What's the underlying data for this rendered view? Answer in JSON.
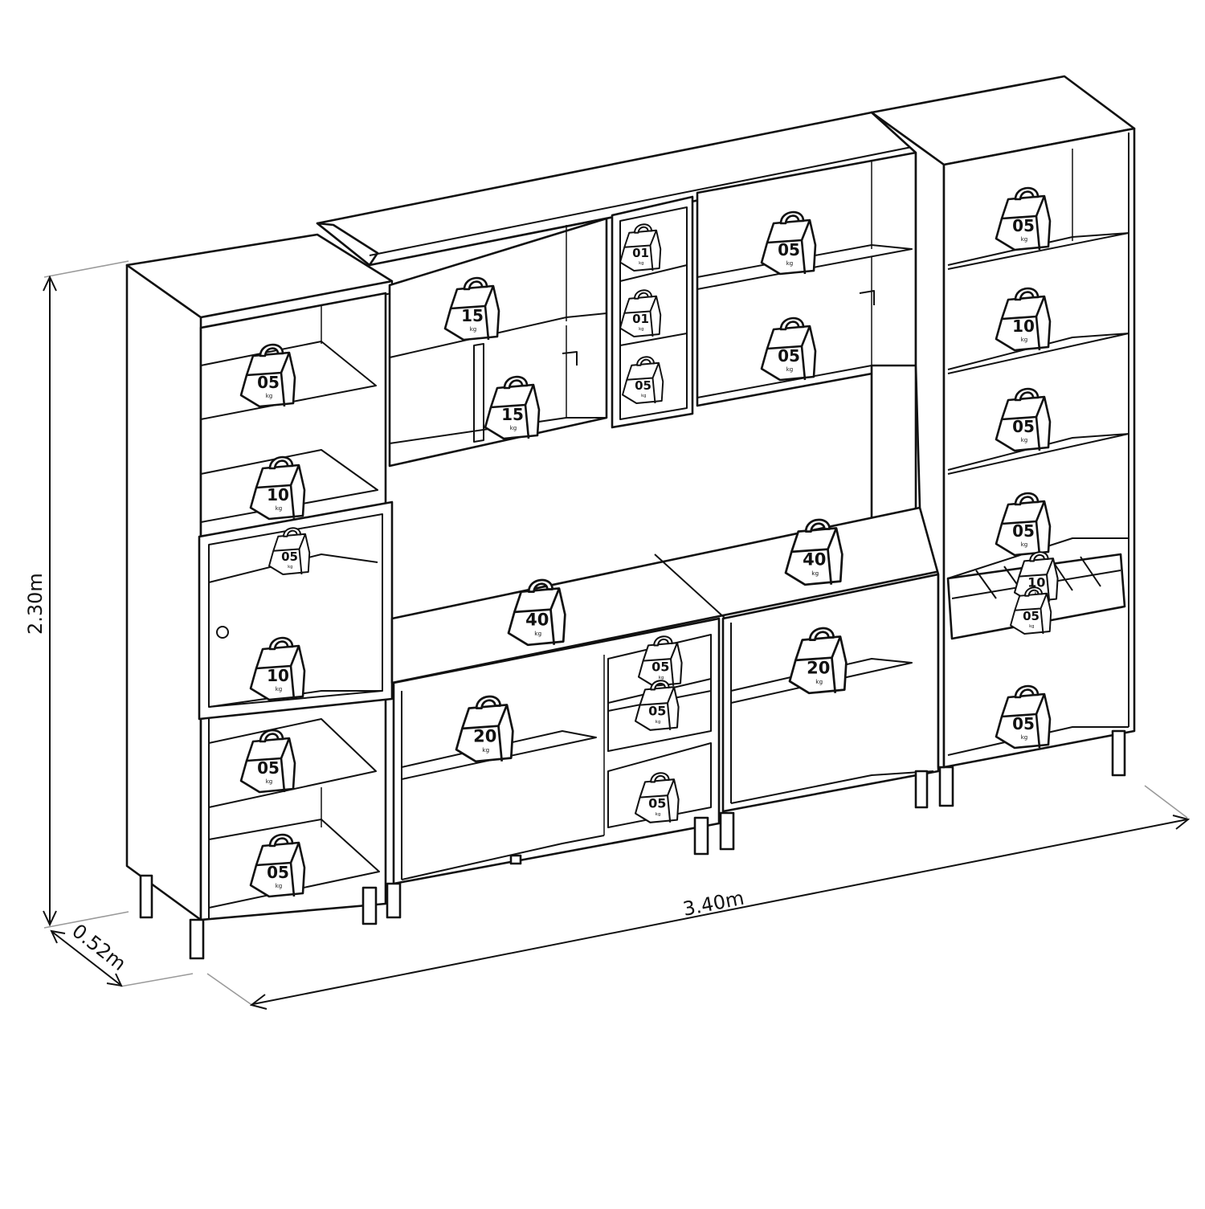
{
  "dimensions": {
    "height": "2.30m",
    "width": "3.40m",
    "depth": "0.52m"
  },
  "unit": "kg",
  "weights": [
    {
      "id": "left-top-shelf",
      "label": "05"
    },
    {
      "id": "left-shelf-2",
      "label": "10"
    },
    {
      "id": "left-door-top",
      "label": "05"
    },
    {
      "id": "left-door-shelf",
      "label": "10"
    },
    {
      "id": "left-lower-shelf",
      "label": "05"
    },
    {
      "id": "left-bottom",
      "label": "05"
    },
    {
      "id": "upper-a-top",
      "label": "15"
    },
    {
      "id": "upper-a-bottom",
      "label": "15"
    },
    {
      "id": "niche-1",
      "label": "01"
    },
    {
      "id": "niche-2",
      "label": "01"
    },
    {
      "id": "niche-3",
      "label": "05"
    },
    {
      "id": "upper-b-top",
      "label": "05"
    },
    {
      "id": "upper-b-bottom",
      "label": "05"
    },
    {
      "id": "counter-a",
      "label": "40"
    },
    {
      "id": "counter-b",
      "label": "40"
    },
    {
      "id": "base-a-shelf",
      "label": "20"
    },
    {
      "id": "drawer-1",
      "label": "05"
    },
    {
      "id": "drawer-2",
      "label": "05"
    },
    {
      "id": "drawer-3",
      "label": "05"
    },
    {
      "id": "base-b-shelf",
      "label": "20"
    },
    {
      "id": "right-shelf-1",
      "label": "05"
    },
    {
      "id": "right-shelf-2",
      "label": "10"
    },
    {
      "id": "right-shelf-3",
      "label": "05"
    },
    {
      "id": "right-shelf-4",
      "label": "05"
    },
    {
      "id": "right-rack",
      "label": "10"
    },
    {
      "id": "right-rack-under",
      "label": "05"
    },
    {
      "id": "right-bottom",
      "label": "05"
    }
  ]
}
